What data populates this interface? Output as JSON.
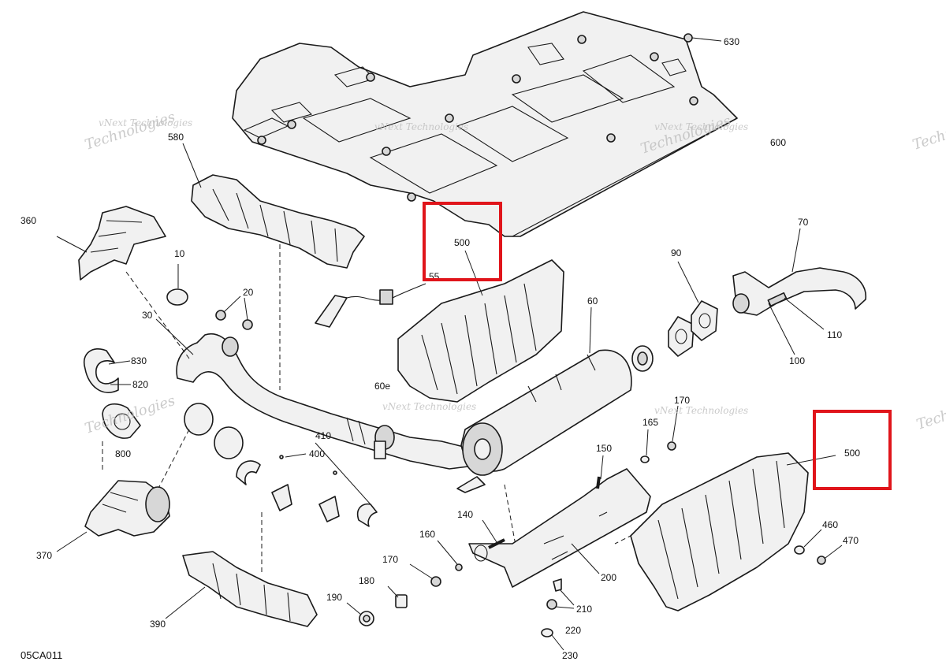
{
  "diagram_code": "05CA011",
  "watermark": {
    "line1": "vNext Technologies",
    "line2": "Technologies"
  },
  "callouts": {
    "c630": "630",
    "c600": "600",
    "c580": "580",
    "c360": "360",
    "c10": "10",
    "c20": "20",
    "c30": "30",
    "c55": "55",
    "c500a": "500",
    "c70": "70",
    "c90": "90",
    "c60": "60",
    "c110": "110",
    "c100": "100",
    "c830": "830",
    "c820": "820",
    "c800": "800",
    "c60e": "60e",
    "c410": "410",
    "c400": "400",
    "c170a": "170",
    "c165": "165",
    "c150": "150",
    "c500b": "500",
    "c140": "140",
    "c160": "160",
    "c170b": "170",
    "c180": "180",
    "c190": "190",
    "c200": "200",
    "c210": "210",
    "c220": "220",
    "c230": "230",
    "c460": "460",
    "c470": "470",
    "c370": "370",
    "c390": "390"
  },
  "highlight_color": "#e0151b"
}
